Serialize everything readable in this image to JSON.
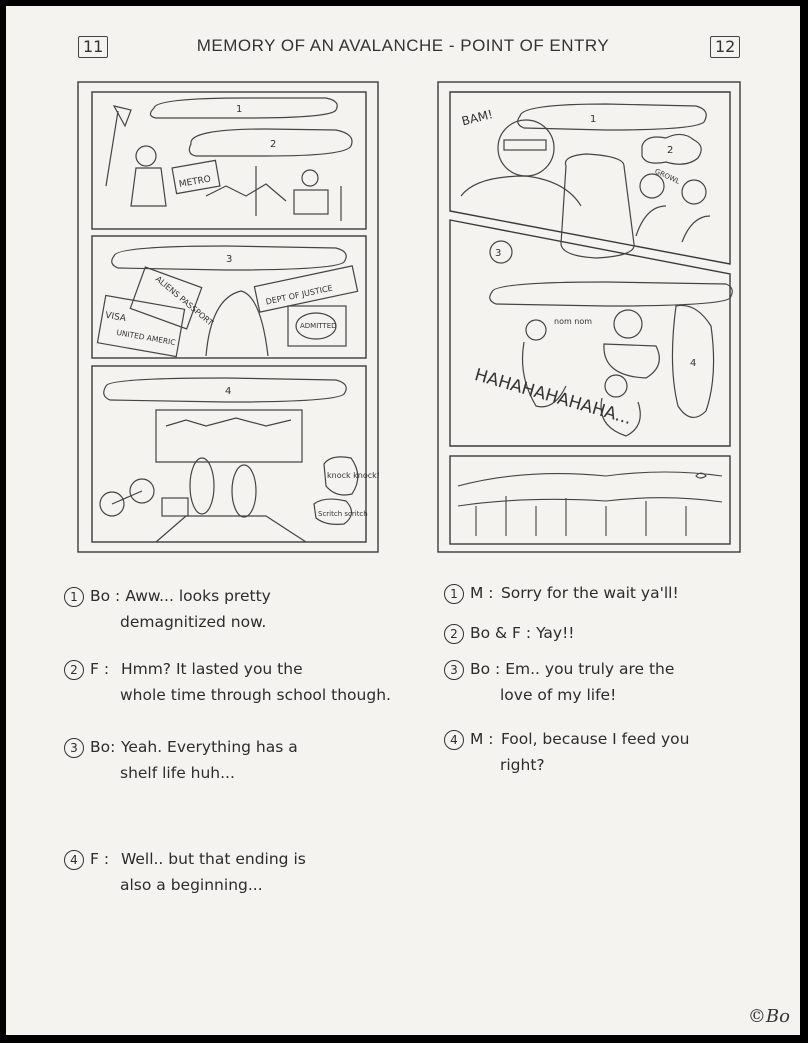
{
  "header": {
    "left_page": "11",
    "title": "MEMORY OF AN AVALANCHE - POINT OF ENTRY",
    "right_page": "12"
  },
  "left_sketch": {
    "panel1": {
      "bubble1": "1",
      "bubble2": "2",
      "sign": "METRO"
    },
    "panel2": {
      "bubble": "3",
      "card1": "ALIENS PASSPORT",
      "card2": "DEPT OF JUSTICE",
      "card3": "VISA",
      "card4": "UNITED AMERIC",
      "card5": "ADMITTED"
    },
    "panel3": {
      "bubble": "4",
      "sfx1": "knock knock!",
      "sfx2": "Scritch scritch"
    }
  },
  "right_sketch": {
    "panel1": {
      "bubble1": "1",
      "bubble2": "2",
      "sfx_bam": "BAM!",
      "sfx_growl": "GROWL"
    },
    "panel2": {
      "bubble3": "3",
      "bubble4": "4",
      "sfx_nom": "nom nom",
      "sfx_laugh": "HAHAHAHAHAHA..."
    }
  },
  "notes_left": [
    {
      "n": "1",
      "speaker": "Bo :",
      "line1": "Aww... looks pretty",
      "line2": "demagnitized now."
    },
    {
      "n": "2",
      "speaker": "F :",
      "line1": "Hmm? It lasted you the",
      "line2": "whole time through school though."
    },
    {
      "n": "3",
      "speaker": "Bo:",
      "line1": "Yeah. Everything has a",
      "line2": "shelf life huh..."
    },
    {
      "n": "4",
      "speaker": "F :",
      "line1": "Well.. but that ending is",
      "line2": "also a beginning..."
    }
  ],
  "notes_right": [
    {
      "n": "1",
      "speaker": "M :",
      "line1": "Sorry for the wait ya'll!",
      "line2": ""
    },
    {
      "n": "2",
      "speaker": "Bo & F :",
      "line1": "Yay!!",
      "line2": ""
    },
    {
      "n": "3",
      "speaker": "Bo :",
      "line1": "Em.. you truly are the",
      "line2": "love of my life!"
    },
    {
      "n": "4",
      "speaker": "M :",
      "line1": "Fool, because I feed you",
      "line2": "right?"
    }
  ],
  "signature": "©Bo"
}
